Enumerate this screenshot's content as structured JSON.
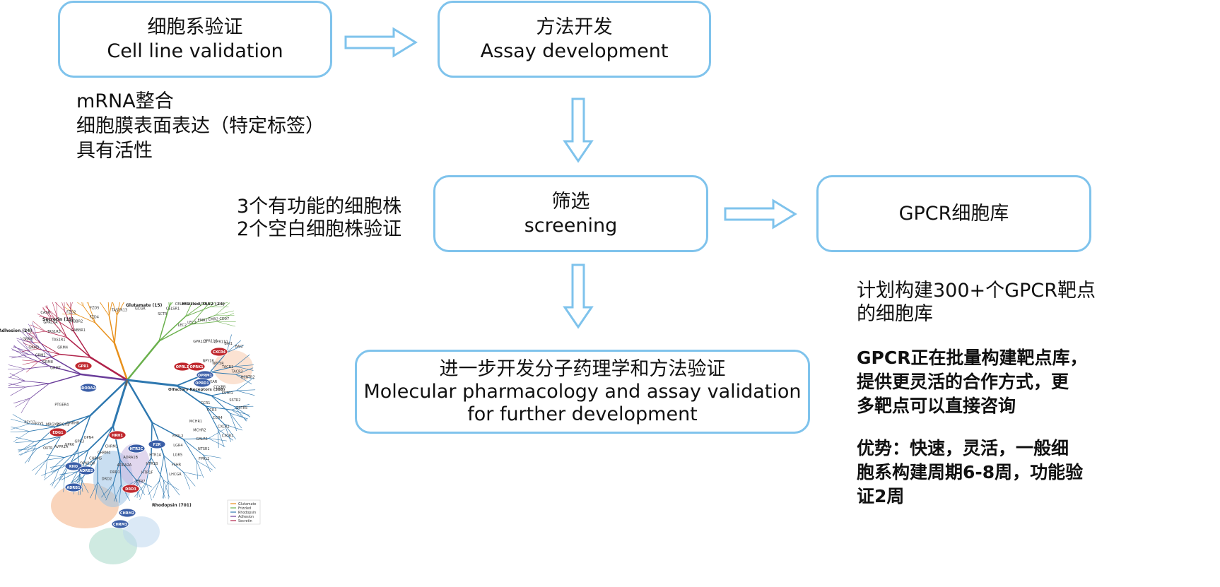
{
  "boxes": {
    "cell_line": {
      "zh": "细胞系验证",
      "en": "Cell line validation"
    },
    "assay_dev": {
      "zh": "方法开发",
      "en": "Assay development"
    },
    "screening": {
      "zh": "筛选",
      "en": "screening"
    },
    "library": {
      "title": "GPCR细胞库"
    },
    "further": {
      "zh": "进一步开发分子药理学和方法验证",
      "en1": "Molecular pharmacology and assay validation",
      "en2": "for further development"
    }
  },
  "notes": {
    "cell_line_items": [
      "mRNA整合",
      "细胞膜表面表达（特定标签）",
      "具有活性"
    ],
    "screening_items": [
      "3个有功能的细胞株",
      "2个空白细胞株验证"
    ],
    "plan": [
      "计划构建300+个GPCR靶点",
      "的细胞库"
    ],
    "batch": [
      "GPCR正在批量构建靶点库，",
      "提供更灵活的合作方式，更",
      "多靶点可以直接咨询"
    ],
    "advantage": [
      "优势：快速，灵活，一般细",
      "胞系构建周期6-8周，功能验",
      "证2周"
    ]
  },
  "tree": {
    "families": [
      {
        "name": "Glutamate (15)",
        "color": "#e8901a"
      },
      {
        "name": "Frizzled/TAS2 (24)",
        "color": "#6ab04c"
      },
      {
        "name": "Secretin (15)",
        "color": "#b0224a"
      },
      {
        "name": "Adhesion (24)",
        "color": "#6a3d9a"
      },
      {
        "name": "Rhodopsin (701)",
        "color": "#2e78b0"
      }
    ],
    "legend": [
      "Glutamate",
      "Frizzled",
      "Rhodopsin",
      "Adhesion",
      "Secretin"
    ],
    "clusters": [
      "Olfactory Receptors (388)"
    ],
    "highlighted": [
      "GPR1",
      "CXCR4",
      "OPRL1",
      "OPRK1",
      "OPRM1",
      "OPRD1",
      "HTR2C",
      "ADORA2A",
      "EDG1",
      "HRH1",
      "F2R",
      "RHO",
      "ADRB2",
      "ADRB1",
      "DRD3",
      "CHRM2",
      "CHRM3"
    ],
    "leaves": [
      "GRM7",
      "GRM8",
      "GRM2",
      "GRM3",
      "GRM6",
      "GRM4",
      "TAS1R1",
      "TAS1R3",
      "GPRC6A",
      "CASR",
      "GABBR1",
      "GABBR2",
      "FZD2",
      "FZD7",
      "FZD1",
      "FZD4",
      "FZD5",
      "FZD6",
      "FZD3",
      "SMO",
      "TAS2R13",
      "TAS2R14",
      "TAS2R10",
      "TAS2R9",
      "GLP1R",
      "GCGR",
      "PTHR1",
      "VIPR2",
      "CRHR1",
      "CALCR",
      "SCTR",
      "CELSR1",
      "CELSR2",
      "CELSR3",
      "LEC1",
      "LEC2",
      "LEC3",
      "EMR1",
      "EMR2",
      "CD97",
      "GPR115",
      "GPR116",
      "GPR110",
      "BAI1",
      "BAI2",
      "NPY1R",
      "NPY5R",
      "TACR1",
      "TACR2",
      "HCRTR2",
      "CCKAR",
      "CCKBR",
      "SSTR1",
      "SSTR2",
      "SSTR5",
      "CCR1",
      "CCR3",
      "CCR4",
      "CXCR1",
      "CXCR2",
      "MCHR1",
      "MCHR2",
      "GALR1",
      "NTSR1",
      "FPRL1",
      "FPRL2",
      "LGR4",
      "LGR5",
      "FSHR",
      "LHCGR",
      "BLTR2",
      "HTR1A",
      "HTR1B",
      "HTR1F",
      "HTR7",
      "ADRA1A",
      "ADRA1B",
      "ADRA2A",
      "DRD1",
      "DRD2",
      "CHRM1",
      "CHRM4",
      "CHRM5",
      "OPN1LW",
      "OPN1MW",
      "OPN4",
      "GPR3",
      "GPR6",
      "AVPR1A",
      "OXTR",
      "GNRHR",
      "MRGX1",
      "MRGX2",
      "P2Y1",
      "P2Y12",
      "PTGER4"
    ]
  }
}
